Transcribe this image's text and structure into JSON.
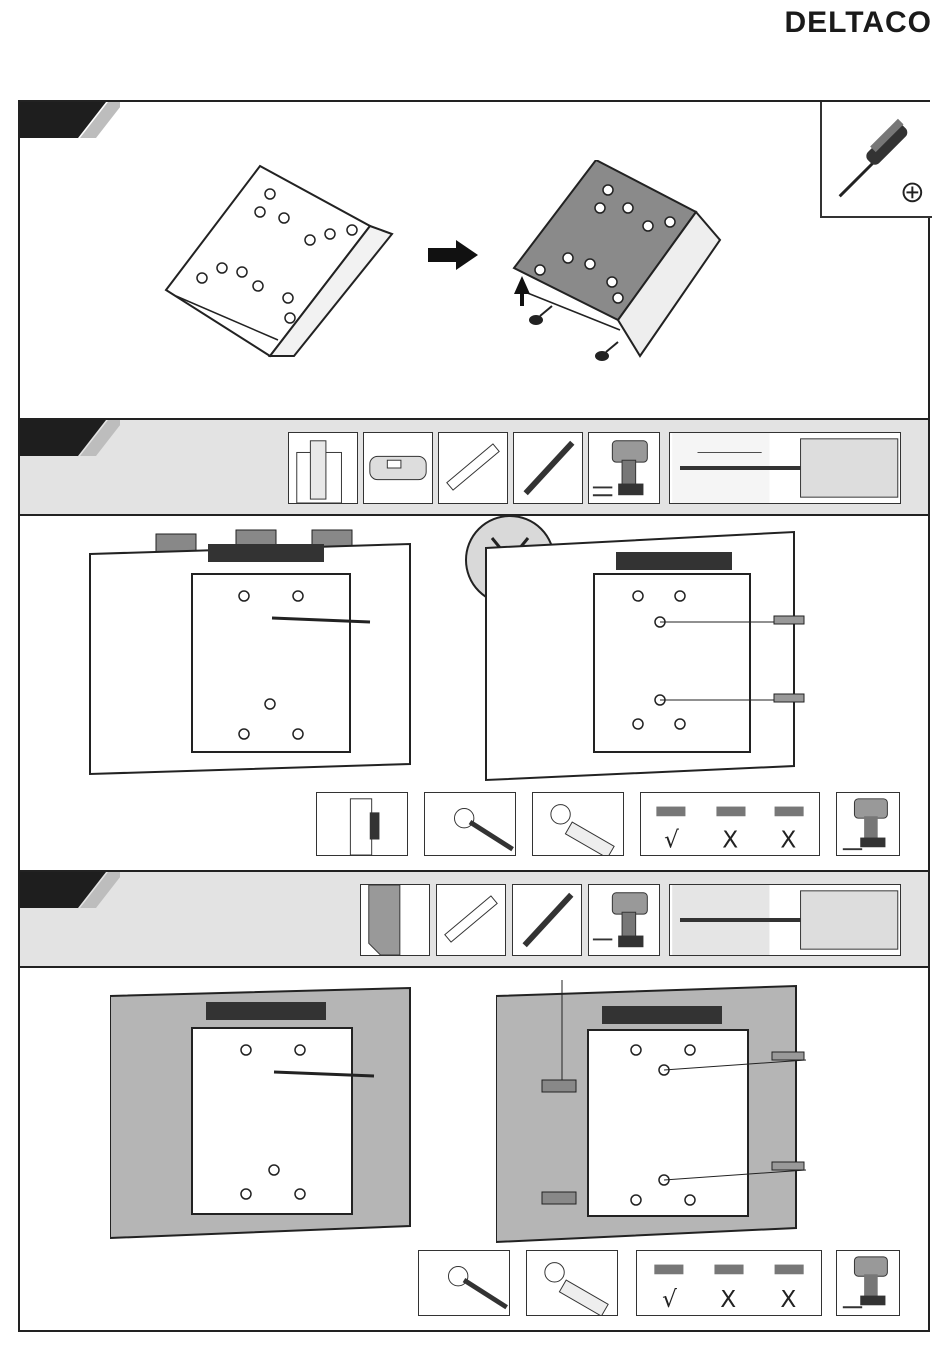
{
  "header": {
    "brand": "DELTACO"
  },
  "level_marks": {
    "ok": "√",
    "bad1": "X",
    "bad2": "X"
  },
  "icons": {
    "tool": "phillips-screwdriver-icon",
    "plus": "plus-circle-icon",
    "arrow": "right-arrow-icon",
    "drill": "power-drill-icon"
  },
  "colors": {
    "band": "#e3e3e3",
    "plate": "#8a8a8a",
    "concrete": "#b5b5b5",
    "line": "#222222"
  }
}
